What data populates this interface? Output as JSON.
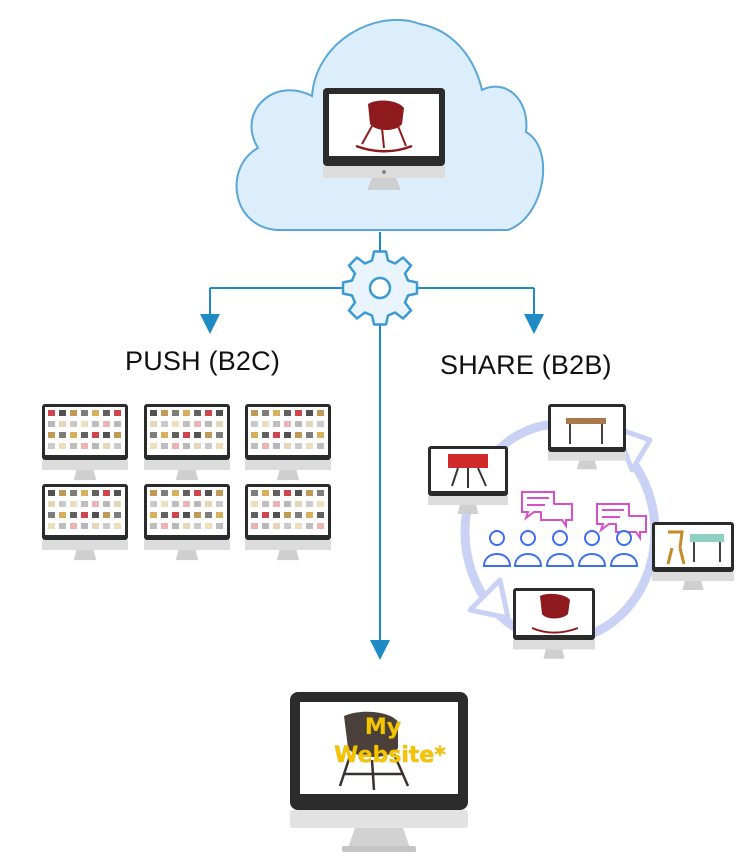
{
  "diagram": {
    "push_label": "PUSH (B2C)",
    "share_label": "SHARE (B2B)",
    "website_line1": "My",
    "website_line2": "Website*"
  },
  "colors": {
    "cloud_fill": "#dcedfb",
    "cloud_stroke": "#5aa6d8",
    "connector": "#1e8ac6",
    "gear": "#3a9ad6",
    "cycle": "#c9d2f4",
    "people": "#3d6ef0",
    "chat": "#d651c9",
    "brand_text": "#f5c400",
    "chair_red": "#8e1a1e"
  },
  "icons": [
    "cloud-icon",
    "gear-icon",
    "monitor-icon",
    "chair-icon",
    "person-icon",
    "chat-bubble-icon",
    "cycle-arrow-icon"
  ]
}
